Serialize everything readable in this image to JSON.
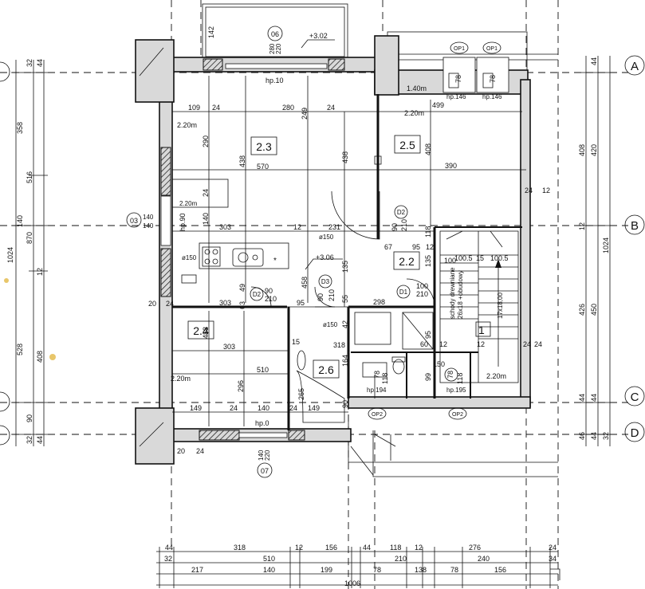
{
  "axes": [
    "A",
    "B",
    "C",
    "D"
  ],
  "rooms": [
    "2.3",
    "2.5",
    "2.2",
    "2.4",
    "2.6",
    "1"
  ],
  "levels": [
    "+3.02",
    "+3.06"
  ],
  "openings": {
    "o6": "06",
    "o6_size": "280\n220",
    "o3": "03",
    "o3_size": "140\n140",
    "o7": "07",
    "o7_size": "140\n220",
    "d1": "D1",
    "d2a": "D2",
    "d2b": "D2",
    "d3": "D3",
    "op1a": "OP1",
    "op1b": "OP1",
    "op2a": "OP2",
    "op2b": "OP2"
  },
  "labels": {
    "hp10": "hp.10",
    "hp0": "hp.0",
    "hp90": "hp.90",
    "hp146a": "hp.146",
    "hp146b": "hp.146",
    "hp194": "hp.194",
    "hp195": "hp.195",
    "h220a": "2.20m",
    "h220b": "2.20m",
    "h220c": "2.20m",
    "h220d": "2.20m",
    "h140": "1.40m",
    "fi150a": "ø150",
    "fi150b": "ø150",
    "fi150c": "ø150",
    "stairs": "17x18,00",
    "stair_note": "schody drewniane",
    "stair_note2": "26x18 +obudowy"
  },
  "dims_top": {
    "d109": "109",
    "d24a": "24",
    "d280": "280",
    "d24b": "24",
    "d499": "499",
    "d2_20": "2.20m",
    "d570": "570",
    "d390": "390",
    "d303a": "303",
    "d12a": "12",
    "d231": "231",
    "d303b": "303",
    "d303c": "303",
    "d510": "510",
    "d298": "298",
    "d318": "318",
    "d149a": "149",
    "d24c": "24",
    "d140": "140",
    "d24d": "24",
    "d149b": "149",
    "d67": "67",
    "d95a": "95",
    "d12b": "12",
    "d100a": "100",
    "d100_5a": "100.5",
    "d15": "15",
    "d100_5b": "100.5",
    "d95b": "95",
    "d20a": "20",
    "d20b": "20",
    "d24e": "24",
    "d24f": "24",
    "d90a": "90",
    "d210a": "210",
    "d90b": "90",
    "d210b": "210",
    "d100b": "100",
    "d210c": "210",
    "d12c": "12",
    "d15b": "15",
    "d150": "150",
    "d60": "60",
    "d12d": "12",
    "d90c": "90",
    "d12e": "12",
    "d12f": "12",
    "d78a": "78",
    "d118": "118",
    "d99": "99",
    "d78b": "78",
    "d118b": "118",
    "d142": "142",
    "d20c": "20"
  },
  "dims_vert_inner": {
    "v290": "290",
    "v438a": "438",
    "v249": "249",
    "v438b": "438",
    "v408a": "408",
    "v140": "140",
    "v24": "24",
    "v135a": "135",
    "v135b": "135",
    "v458a": "458",
    "v458b": "458",
    "v63": "63",
    "v49": "49",
    "v296": "296",
    "v164": "164",
    "v210": "210",
    "v265": "265",
    "v95": "95",
    "v42": "42",
    "v55": "55",
    "v90": "90",
    "v118": "118"
  },
  "dims_left": {
    "l32a": "32",
    "l44a": "44",
    "l358": "358",
    "l516": "516",
    "l140": "140",
    "l870": "870",
    "l12": "12",
    "l1024": "1024",
    "l528": "528",
    "l408": "408",
    "l90": "90",
    "l32b": "32",
    "l44b": "44"
  },
  "dims_right": {
    "r44": "44",
    "r408": "408",
    "r420": "420",
    "r12": "12",
    "r426": "426",
    "r450": "450",
    "r1024": "1024",
    "r44b": "44",
    "r44c": "44",
    "r46": "46",
    "r44d": "44",
    "r32": "32"
  },
  "dims_bottom": {
    "row1": [
      "44",
      "318",
      "12",
      "156",
      "44",
      "118",
      "12",
      "276",
      "24"
    ],
    "row2": [
      "32",
      "510",
      "210",
      "240",
      "34"
    ],
    "row3": [
      "217",
      "140",
      "199",
      "78",
      "138",
      "78",
      "156"
    ],
    "row4": [
      "1006"
    ]
  },
  "colors": {
    "ink": "#111111",
    "wall_fill": "#d9d9d9",
    "stain": "#e8c66a"
  }
}
